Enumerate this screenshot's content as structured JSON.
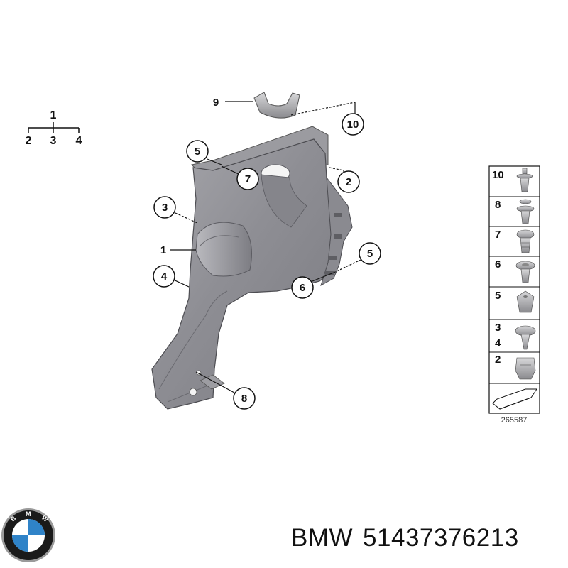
{
  "hierarchy": {
    "root": "1",
    "children": [
      "2",
      "3",
      "4"
    ]
  },
  "callouts": [
    "9",
    "10",
    "5",
    "7",
    "2",
    "3",
    "1",
    "5",
    "4",
    "6",
    "8"
  ],
  "legend": {
    "rows": [
      {
        "labels": [
          "10"
        ],
        "icon": "push-rivet-icon"
      },
      {
        "labels": [
          "8"
        ],
        "icon": "expanding-rivet-icon"
      },
      {
        "labels": [
          "7"
        ],
        "icon": "round-head-clip-icon"
      },
      {
        "labels": [
          "6"
        ],
        "icon": "washer-clip-icon"
      },
      {
        "labels": [
          "5"
        ],
        "icon": "square-nut-clip-icon"
      },
      {
        "labels": [
          "3",
          "4"
        ],
        "icon": "umbrella-clip-icon"
      },
      {
        "labels": [
          "2"
        ],
        "icon": "spring-clip-icon"
      },
      {
        "labels": [],
        "icon": "arrow-direction-icon"
      }
    ]
  },
  "figure_number": "265587",
  "caption": {
    "brand": "BMW",
    "part_number": "51437376213"
  },
  "logo": {
    "lettering": "BMW",
    "colors": {
      "blue": "#2f83c8",
      "white": "#ffffff",
      "ring": "#1a1a1a",
      "silver": "#9a9a9a"
    }
  },
  "colors": {
    "panel": "#8d8d93",
    "panel_dark": "#6e6e74",
    "panel_light": "#b4b4b9",
    "line": "#111111"
  }
}
